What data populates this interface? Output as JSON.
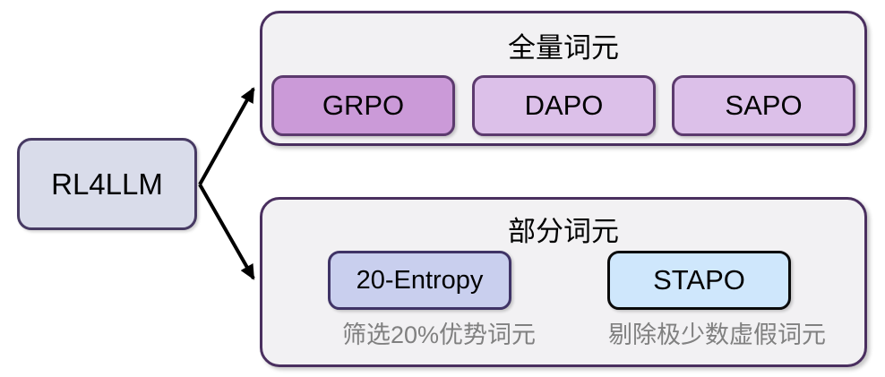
{
  "root": {
    "label": "RL4LLM"
  },
  "groups": [
    {
      "title": "全量词元",
      "items": [
        {
          "label": "GRPO"
        },
        {
          "label": "DAPO"
        },
        {
          "label": "SAPO"
        }
      ]
    },
    {
      "title": "部分词元",
      "items": [
        {
          "label": "20-Entropy",
          "caption": "筛选20%优势词元"
        },
        {
          "label": "STAPO",
          "caption": "剔除极少数虚假词元"
        }
      ]
    }
  ],
  "colors": {
    "root_fill": "#d9dcea",
    "root_border": "#473a63",
    "group_fill": "#f2f1f3",
    "group_border": "#4a2f5f",
    "grpo_fill": "#cb9ad8",
    "dapo_sapo_fill": "#dcc0e9",
    "entropy_fill": "#c9cfee",
    "entropy_border": "#3f3366",
    "stapo_fill": "#cfe7fc",
    "stapo_border": "#0a0a0a",
    "caption_text": "#808080",
    "arrow": "#000000"
  }
}
